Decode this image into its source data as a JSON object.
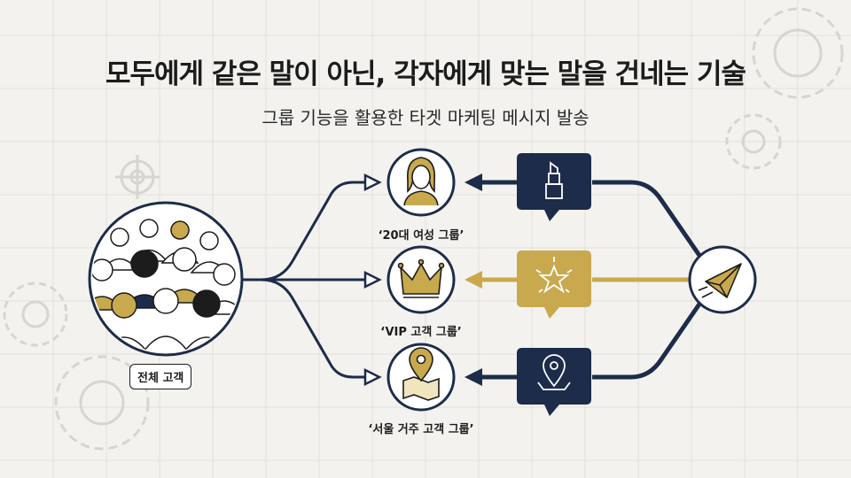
{
  "title": "모두에게 같은 말이 아닌, 각자에게 맞는 말을 건네는 기술",
  "subtitle": "그룹 기능을 활용한 타겟 마케팅 메시지 발송",
  "all_customers_label": "전체 고객",
  "groups": [
    {
      "label": "‘20대 여성 그룹’",
      "icon": "woman-icon",
      "message_icon": "lipstick-icon"
    },
    {
      "label": "‘VIP 고객 그룹’",
      "icon": "crown-icon",
      "message_icon": "star-icon"
    },
    {
      "label": "‘서울 거주 고객 그룹’",
      "icon": "map-pin-icon",
      "message_icon": "location-pin-icon"
    }
  ],
  "sender_icon": "paper-plane-icon",
  "colors": {
    "navy": "#1c2c4a",
    "gold": "#c9a94e",
    "ink": "#1c1c1c",
    "background": "#f3f2ee"
  }
}
